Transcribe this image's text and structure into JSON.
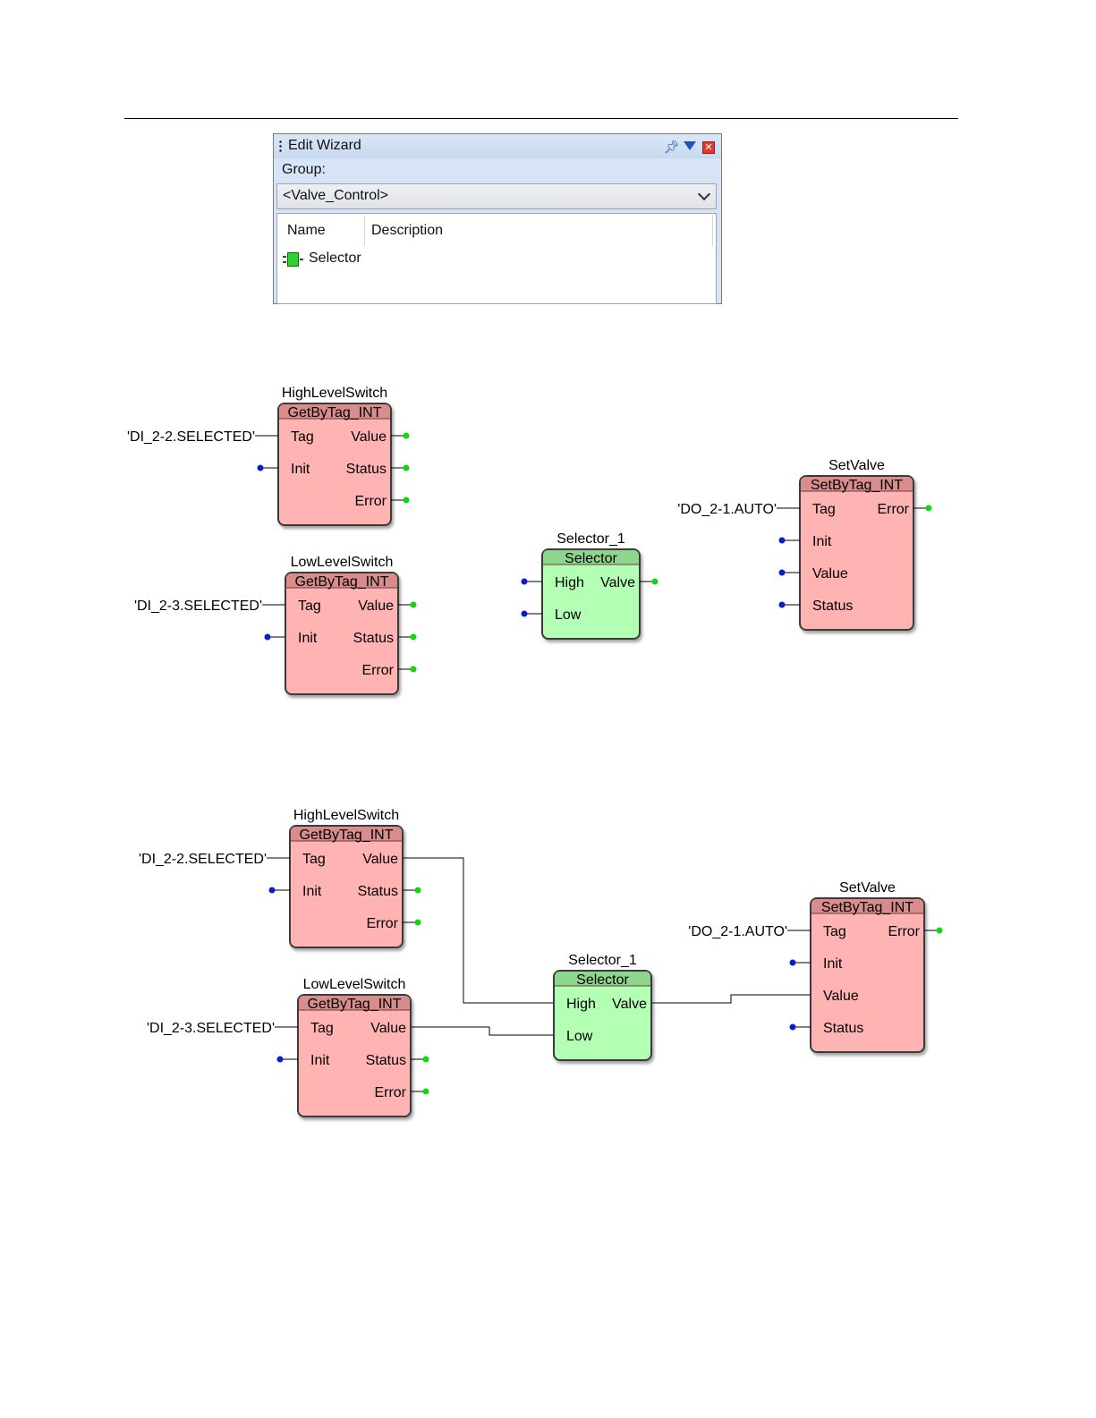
{
  "wizard": {
    "title": "Edit Wizard",
    "group_label": "Group:",
    "group_value": "<Valve_Control>",
    "columns": [
      "Name",
      "Description"
    ],
    "items": [
      {
        "name": "Selector",
        "description": "",
        "icon": "function-block-icon"
      }
    ],
    "icons": {
      "pin": "pin-icon",
      "dropdown": "dropdown-icon",
      "close": "close-icon"
    }
  },
  "diagrams": [
    {
      "blocks": [
        {
          "id": "high",
          "instance": "HighLevelSwitch",
          "type": "GetByTag_INT",
          "color": "pink",
          "inputs": [
            "Tag",
            "Init"
          ],
          "outputs": [
            "Value",
            "Status",
            "Error"
          ],
          "input_connections": {
            "Tag": "'DI_2-2.SELECTED'"
          }
        },
        {
          "id": "low",
          "instance": "LowLevelSwitch",
          "type": "GetByTag_INT",
          "color": "pink",
          "inputs": [
            "Tag",
            "Init"
          ],
          "outputs": [
            "Value",
            "Status",
            "Error"
          ],
          "input_connections": {
            "Tag": "'DI_2-3.SELECTED'"
          }
        },
        {
          "id": "sel",
          "instance": "Selector_1",
          "type": "Selector",
          "color": "green",
          "inputs": [
            "High",
            "Low"
          ],
          "outputs": [
            "Valve"
          ],
          "input_connections": {}
        },
        {
          "id": "set",
          "instance": "SetValve",
          "type": "SetByTag_INT",
          "color": "pink",
          "inputs": [
            "Tag",
            "Init",
            "Value",
            "Status"
          ],
          "outputs": [
            "Error"
          ],
          "input_connections": {
            "Tag": "'DO_2-1.AUTO'"
          }
        }
      ],
      "wires": []
    },
    {
      "blocks": [
        {
          "id": "high",
          "instance": "HighLevelSwitch",
          "type": "GetByTag_INT",
          "color": "pink",
          "inputs": [
            "Tag",
            "Init"
          ],
          "outputs": [
            "Value",
            "Status",
            "Error"
          ],
          "input_connections": {
            "Tag": "'DI_2-2.SELECTED'"
          }
        },
        {
          "id": "low",
          "instance": "LowLevelSwitch",
          "type": "GetByTag_INT",
          "color": "pink",
          "inputs": [
            "Tag",
            "Init"
          ],
          "outputs": [
            "Value",
            "Status",
            "Error"
          ],
          "input_connections": {
            "Tag": "'DI_2-3.SELECTED'"
          }
        },
        {
          "id": "sel",
          "instance": "Selector_1",
          "type": "Selector",
          "color": "green",
          "inputs": [
            "High",
            "Low"
          ],
          "outputs": [
            "Valve"
          ],
          "input_connections": {}
        },
        {
          "id": "set",
          "instance": "SetValve",
          "type": "SetByTag_INT",
          "color": "pink",
          "inputs": [
            "Tag",
            "Init",
            "Value",
            "Status"
          ],
          "outputs": [
            "Error"
          ],
          "input_connections": {
            "Tag": "'DO_2-1.AUTO'"
          }
        }
      ],
      "wires": [
        {
          "from": "high.Value",
          "to": "sel.High"
        },
        {
          "from": "low.Value",
          "to": "sel.Low"
        },
        {
          "from": "sel.Valve",
          "to": "set.Value"
        }
      ]
    }
  ],
  "colors": {
    "pink_body": "#ffb3b3",
    "pink_header": "#d88c8c",
    "green_body": "#b3ffb3",
    "green_header": "#8ed68e",
    "input_dot": "#0a1ec8",
    "output_dot": "#11d611"
  }
}
